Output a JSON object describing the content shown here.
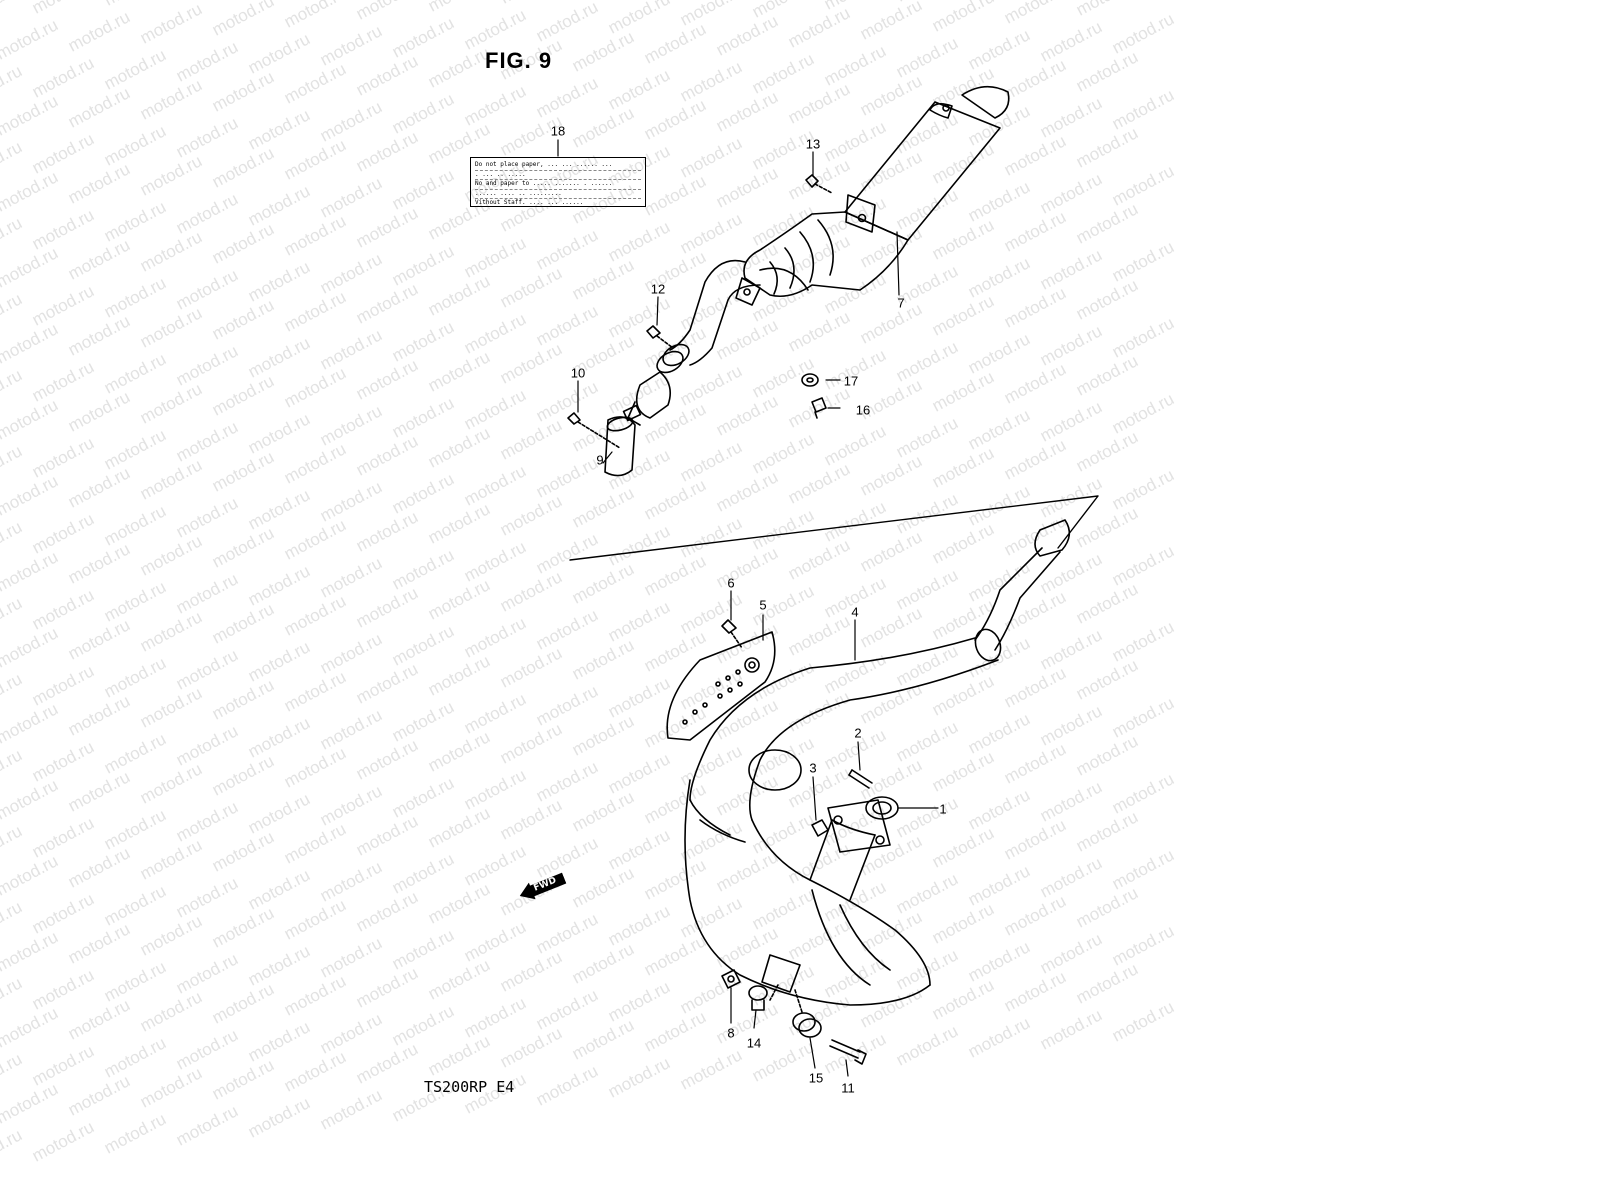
{
  "figure": {
    "title": "FIG. 9",
    "model_code": "TS200RP  E4",
    "watermark_text": "motod.ru"
  },
  "label_sticker": {
    "lines": [
      "Do not place paper, ... ... ...... ...",
      ". ... .. .....",
      "No and paper to ..... ....... . ......",
      "...... .... .. .........",
      "Vithout Staff.  .... ... ......",
      "... ..... ....."
    ]
  },
  "fwd_mark": "FWD",
  "callouts": {
    "c1": "1",
    "c2": "2",
    "c3": "3",
    "c4": "4",
    "c5": "5",
    "c6": "6",
    "c7": "7",
    "c8": "8",
    "c9": "9",
    "c10": "10",
    "c11": "11",
    "c12": "12",
    "c13": "13",
    "c14": "14",
    "c15": "15",
    "c16": "16",
    "c17": "17",
    "c18": "18"
  },
  "colors": {
    "line": "#000000",
    "watermark": "#e2e2e2",
    "background": "#ffffff"
  }
}
